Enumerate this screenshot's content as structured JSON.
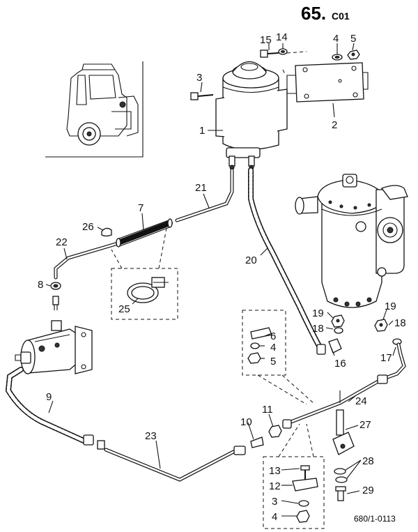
{
  "header": {
    "page_number": "65.",
    "page_suffix": "C01"
  },
  "footer": {
    "reference": "680/1-0113"
  },
  "callouts": [
    {
      "id": "c1",
      "label": "1"
    },
    {
      "id": "c2",
      "label": "2"
    },
    {
      "id": "c3a",
      "label": "3"
    },
    {
      "id": "c4a",
      "label": "4"
    },
    {
      "id": "c5a",
      "label": "5"
    },
    {
      "id": "c14",
      "label": "14"
    },
    {
      "id": "c15",
      "label": "15"
    },
    {
      "id": "c21",
      "label": "21"
    },
    {
      "id": "c7",
      "label": "7"
    },
    {
      "id": "c26",
      "label": "26"
    },
    {
      "id": "c22",
      "label": "22"
    },
    {
      "id": "c8",
      "label": "8"
    },
    {
      "id": "c25",
      "label": "25"
    },
    {
      "id": "c20",
      "label": "20"
    },
    {
      "id": "c19a",
      "label": "19"
    },
    {
      "id": "c18a",
      "label": "18"
    },
    {
      "id": "c19b",
      "label": "19"
    },
    {
      "id": "c18b",
      "label": "18"
    },
    {
      "id": "c6",
      "label": "6"
    },
    {
      "id": "c4b",
      "label": "4"
    },
    {
      "id": "c5b",
      "label": "5"
    },
    {
      "id": "c16",
      "label": "16"
    },
    {
      "id": "c17",
      "label": "17"
    },
    {
      "id": "c24",
      "label": "24"
    },
    {
      "id": "c9",
      "label": "9"
    },
    {
      "id": "c11",
      "label": "11"
    },
    {
      "id": "c10",
      "label": "10"
    },
    {
      "id": "c23",
      "label": "23"
    },
    {
      "id": "c27",
      "label": "27"
    },
    {
      "id": "c28",
      "label": "28"
    },
    {
      "id": "c29",
      "label": "29"
    },
    {
      "id": "c13",
      "label": "13"
    },
    {
      "id": "c12",
      "label": "12"
    },
    {
      "id": "c3b",
      "label": "3"
    },
    {
      "id": "c4c",
      "label": "4"
    }
  ]
}
